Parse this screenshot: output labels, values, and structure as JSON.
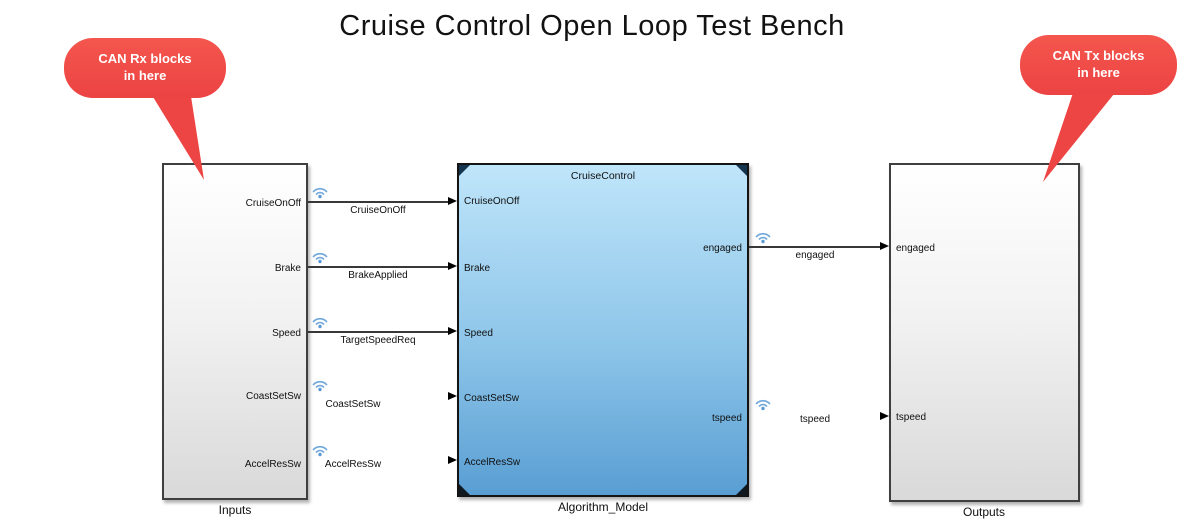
{
  "title": "Cruise Control Open Loop Test Bench",
  "callouts": {
    "left": {
      "line1": "CAN Rx blocks",
      "line2": "in here"
    },
    "right": {
      "line1": "CAN Tx blocks",
      "line2": "in here"
    }
  },
  "blocks": {
    "inputs": {
      "caption": "Inputs",
      "out_ports": [
        "CruiseOnOff",
        "Brake",
        "Speed",
        "CoastSetSw",
        "AccelResSw"
      ]
    },
    "algorithm": {
      "name": "CruiseControl",
      "caption": "Algorithm_Model",
      "in_ports": [
        "CruiseOnOff",
        "Brake",
        "Speed",
        "CoastSetSw",
        "AccelResSw"
      ],
      "out_ports": [
        "engaged",
        "tspeed"
      ]
    },
    "outputs": {
      "caption": "Outputs",
      "in_ports": [
        "engaged",
        "tspeed"
      ]
    }
  },
  "signals": {
    "wired": [
      {
        "label": "CruiseOnOff"
      },
      {
        "label": "BrakeApplied"
      },
      {
        "label": "TargetSpeedReq"
      },
      {
        "label": "engaged"
      }
    ],
    "wireless": [
      {
        "label": "CoastSetSw"
      },
      {
        "label": "AccelResSw"
      },
      {
        "label": "tspeed"
      }
    ]
  },
  "icons": {
    "wireless": "wifi-arcs-with-dot"
  },
  "colors": {
    "callout_red": "#ee4a45",
    "block_blue_top": "#bfe5fa",
    "block_blue_bottom": "#599ed3",
    "corner_notch_navy": "#14344f",
    "wireless_icon_blue": "#74a9dd",
    "wire_dark": "#383838"
  }
}
